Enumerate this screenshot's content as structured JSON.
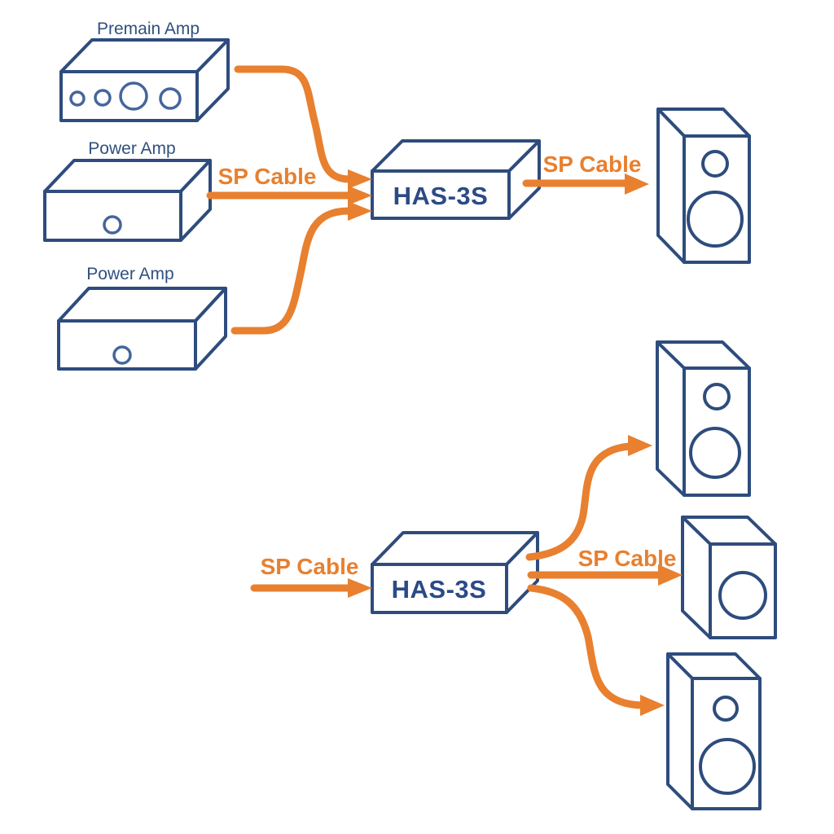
{
  "diagram": {
    "type": "wiring-diagram",
    "colors": {
      "background": "#FFFFFF",
      "outline_blue": "#2E4C7D",
      "knob_blue": "#45659C",
      "device_text_blue": "#2B4A86",
      "label_blue": "#30507F",
      "cable_orange": "#E8802F"
    },
    "nodes": [
      {
        "id": "premain-amp",
        "type": "amplifier",
        "label": "Premain Amp"
      },
      {
        "id": "power-amp-1",
        "type": "amplifier",
        "label": "Power Amp"
      },
      {
        "id": "power-amp-2",
        "type": "amplifier",
        "label": "Power Amp"
      },
      {
        "id": "has3s-top",
        "type": "speaker-selector",
        "label": "HAS-3S"
      },
      {
        "id": "speaker-top",
        "type": "speaker",
        "label": ""
      },
      {
        "id": "has3s-bottom",
        "type": "speaker-selector",
        "label": "HAS-3S"
      },
      {
        "id": "speaker-bottom-1",
        "type": "speaker",
        "label": ""
      },
      {
        "id": "speaker-bottom-2",
        "type": "speaker",
        "label": ""
      },
      {
        "id": "speaker-bottom-3",
        "type": "speaker",
        "label": ""
      }
    ],
    "edges": [
      {
        "from": "premain-amp",
        "to": "has3s-top",
        "label": ""
      },
      {
        "from": "power-amp-1",
        "to": "has3s-top",
        "label": "SP Cable"
      },
      {
        "from": "power-amp-2",
        "to": "has3s-top",
        "label": ""
      },
      {
        "from": "has3s-top",
        "to": "speaker-top",
        "label": "SP Cable"
      },
      {
        "from": "",
        "to": "has3s-bottom",
        "label": "SP Cable"
      },
      {
        "from": "has3s-bottom",
        "to": "speaker-bottom-1",
        "label": ""
      },
      {
        "from": "has3s-bottom",
        "to": "speaker-bottom-2",
        "label": "SP Cable"
      },
      {
        "from": "has3s-bottom",
        "to": "speaker-bottom-3",
        "label": ""
      }
    ]
  }
}
